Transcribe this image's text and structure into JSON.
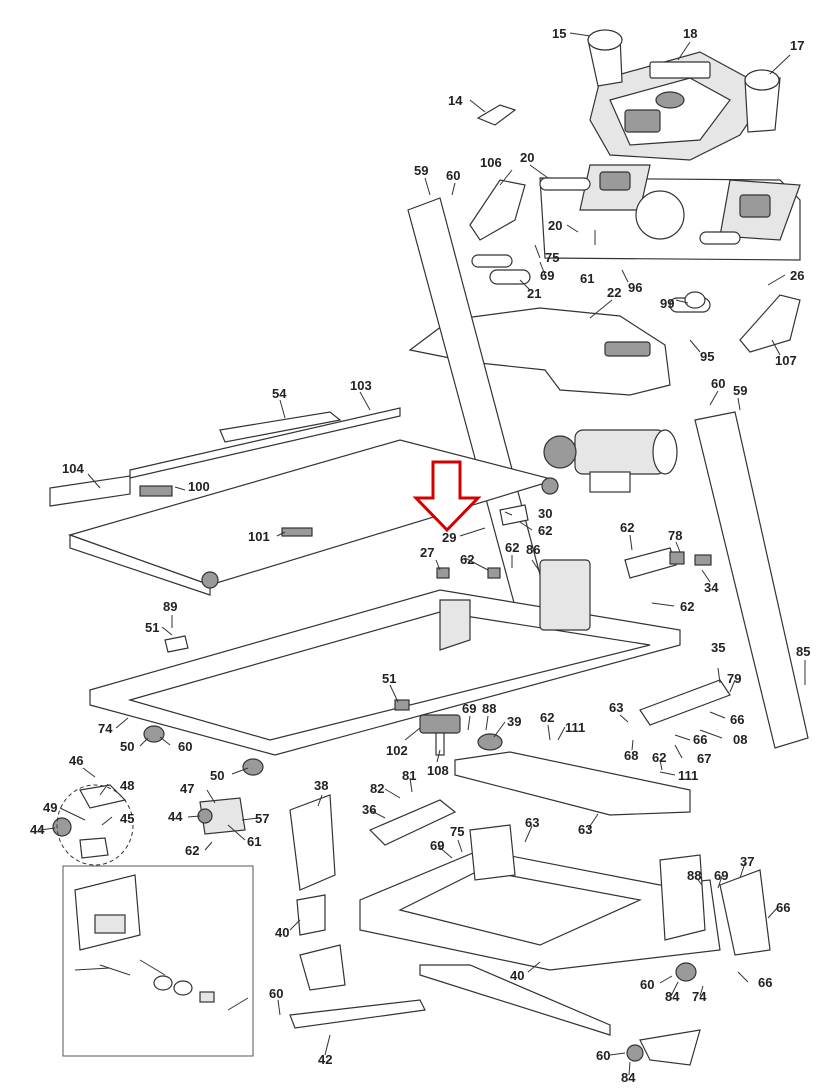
{
  "diagram": {
    "labels": {
      "l15": "15",
      "l18": "18",
      "l17": "17",
      "l14": "14",
      "l59a": "59",
      "l60a": "60",
      "l106": "106",
      "l20a": "20",
      "l20b": "20",
      "l75a": "75",
      "l69a": "69",
      "l61a": "61",
      "l96": "96",
      "l21": "21",
      "l22": "22",
      "l26": "26",
      "l99": "99",
      "l95": "95",
      "l107": "107",
      "l60b": "60",
      "l59b": "59",
      "l54": "54",
      "l103": "103",
      "l104": "104",
      "l100": "100",
      "l101": "101",
      "l29": "29",
      "l30": "30",
      "l62a": "62",
      "l27": "27",
      "l62b": "62",
      "l62c": "62",
      "l86": "86",
      "l62d": "62",
      "l78": "78",
      "l34": "34",
      "l62e": "62",
      "l89": "89",
      "l51a": "51",
      "l35": "35",
      "l85": "85",
      "l79": "79",
      "l51b": "51",
      "l74a": "74",
      "l50a": "50",
      "l60c": "60",
      "l69b": "69",
      "l88a": "88",
      "l39": "39",
      "l62f": "62",
      "l111a": "111",
      "l63a": "63",
      "l66a": "66",
      "l08": "08",
      "l68": "68",
      "l66b": "66",
      "l67": "67",
      "l62g": "62",
      "l111b": "111",
      "l102": "102",
      "l108": "108",
      "l50b": "50",
      "l46": "46",
      "l48": "48",
      "l49": "49",
      "l45": "45",
      "l44a": "44",
      "l47": "47",
      "l44b": "44",
      "l57": "57",
      "l61b": "61",
      "l62h": "62",
      "l38": "38",
      "l82": "82",
      "l81": "81",
      "l36": "36",
      "l63b": "63",
      "l75b": "75",
      "l69c": "69",
      "l63c": "63",
      "l40a": "40",
      "l40b": "40",
      "l88b": "88",
      "l69d": "69",
      "l37": "37",
      "l66c": "66",
      "l60d": "60",
      "l84a": "84",
      "l74b": "74",
      "l66d": "66",
      "l60e": "60",
      "l42": "42",
      "l60f": "60",
      "l84b": "84"
    }
  }
}
